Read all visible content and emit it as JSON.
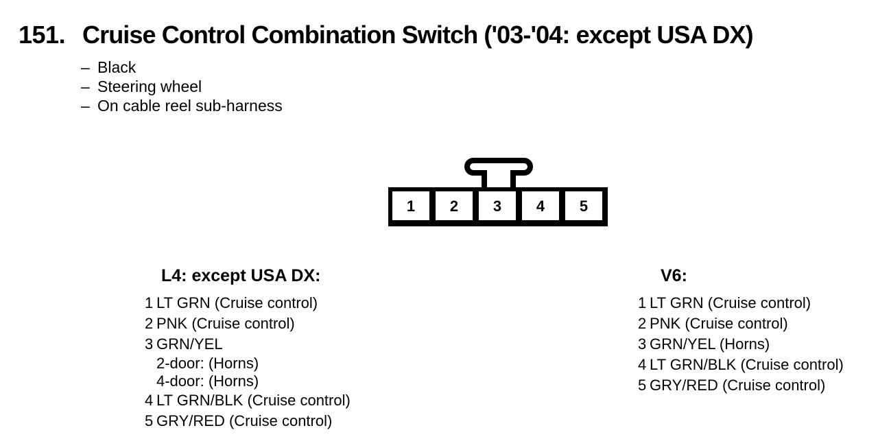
{
  "header": {
    "number": "151.",
    "title": "Cruise Control Combination Switch ('03-'04: except USA DX)"
  },
  "notes": [
    {
      "bullet": "–",
      "text": "Black"
    },
    {
      "bullet": "–",
      "text": "Steering wheel"
    },
    {
      "bullet": "–",
      "text": "On cable reel sub-harness"
    }
  ],
  "connector": {
    "pins": [
      "1",
      "2",
      "3",
      "4",
      "5"
    ]
  },
  "columns": {
    "left": {
      "heading": "L4: except USA DX:",
      "lines": [
        {
          "pin": "1",
          "text": "LT GRN (Cruise control)"
        },
        {
          "pin": "2",
          "text": "PNK (Cruise control)"
        },
        {
          "pin": "3",
          "text": "GRN/YEL"
        },
        {
          "pin": "",
          "text": "2-door: (Horns)"
        },
        {
          "pin": "",
          "text": "4-door: (Horns)"
        },
        {
          "pin": "4",
          "text": "LT GRN/BLK (Cruise control)"
        },
        {
          "pin": "5",
          "text": "GRY/RED (Cruise control)"
        }
      ]
    },
    "right": {
      "heading": "V6:",
      "lines": [
        {
          "pin": "1",
          "text": "LT GRN (Cruise control)"
        },
        {
          "pin": "2",
          "text": "PNK (Cruise control)"
        },
        {
          "pin": "3",
          "text": "GRN/YEL (Horns)"
        },
        {
          "pin": "4",
          "text": "LT GRN/BLK (Cruise control)"
        },
        {
          "pin": "5",
          "text": "GRY/RED (Cruise control)"
        }
      ]
    }
  },
  "colors": {
    "ink": "#000000",
    "paper": "#ffffff"
  }
}
